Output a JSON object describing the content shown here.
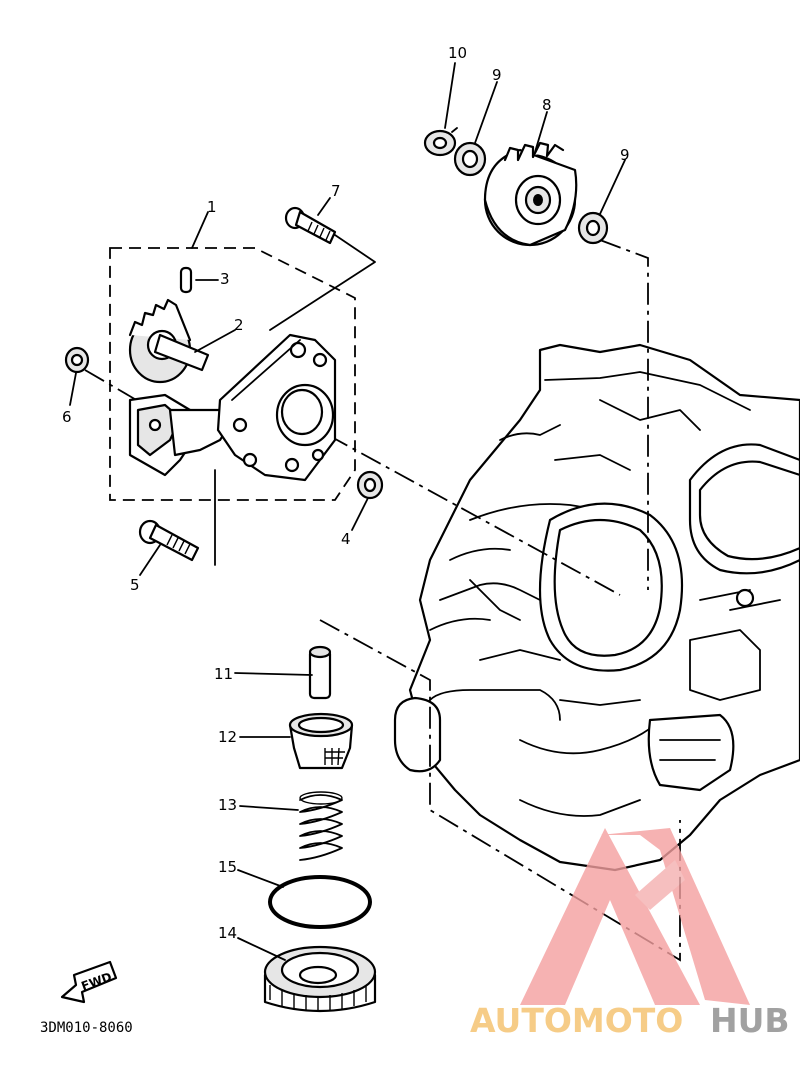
{
  "diagram": {
    "callouts": {
      "p1": "1",
      "p2": "2",
      "p3": "3",
      "p4": "4",
      "p5": "5",
      "p6": "6",
      "p7": "7",
      "p8": "8",
      "p9a": "9",
      "p9b": "9",
      "p10": "10",
      "p11": "11",
      "p12": "12",
      "p13": "13",
      "p14": "14",
      "p15": "15"
    },
    "drawing_code": "3DM010-8060",
    "fwd_arrow_label": "FWD"
  },
  "watermark": {
    "text_part1": "AUTOMOTO",
    "text_part2": "HUB",
    "color_primary": "#f4a0a0",
    "color_accent": "#f5c06a",
    "color_secondary": "#8a8a8a"
  }
}
